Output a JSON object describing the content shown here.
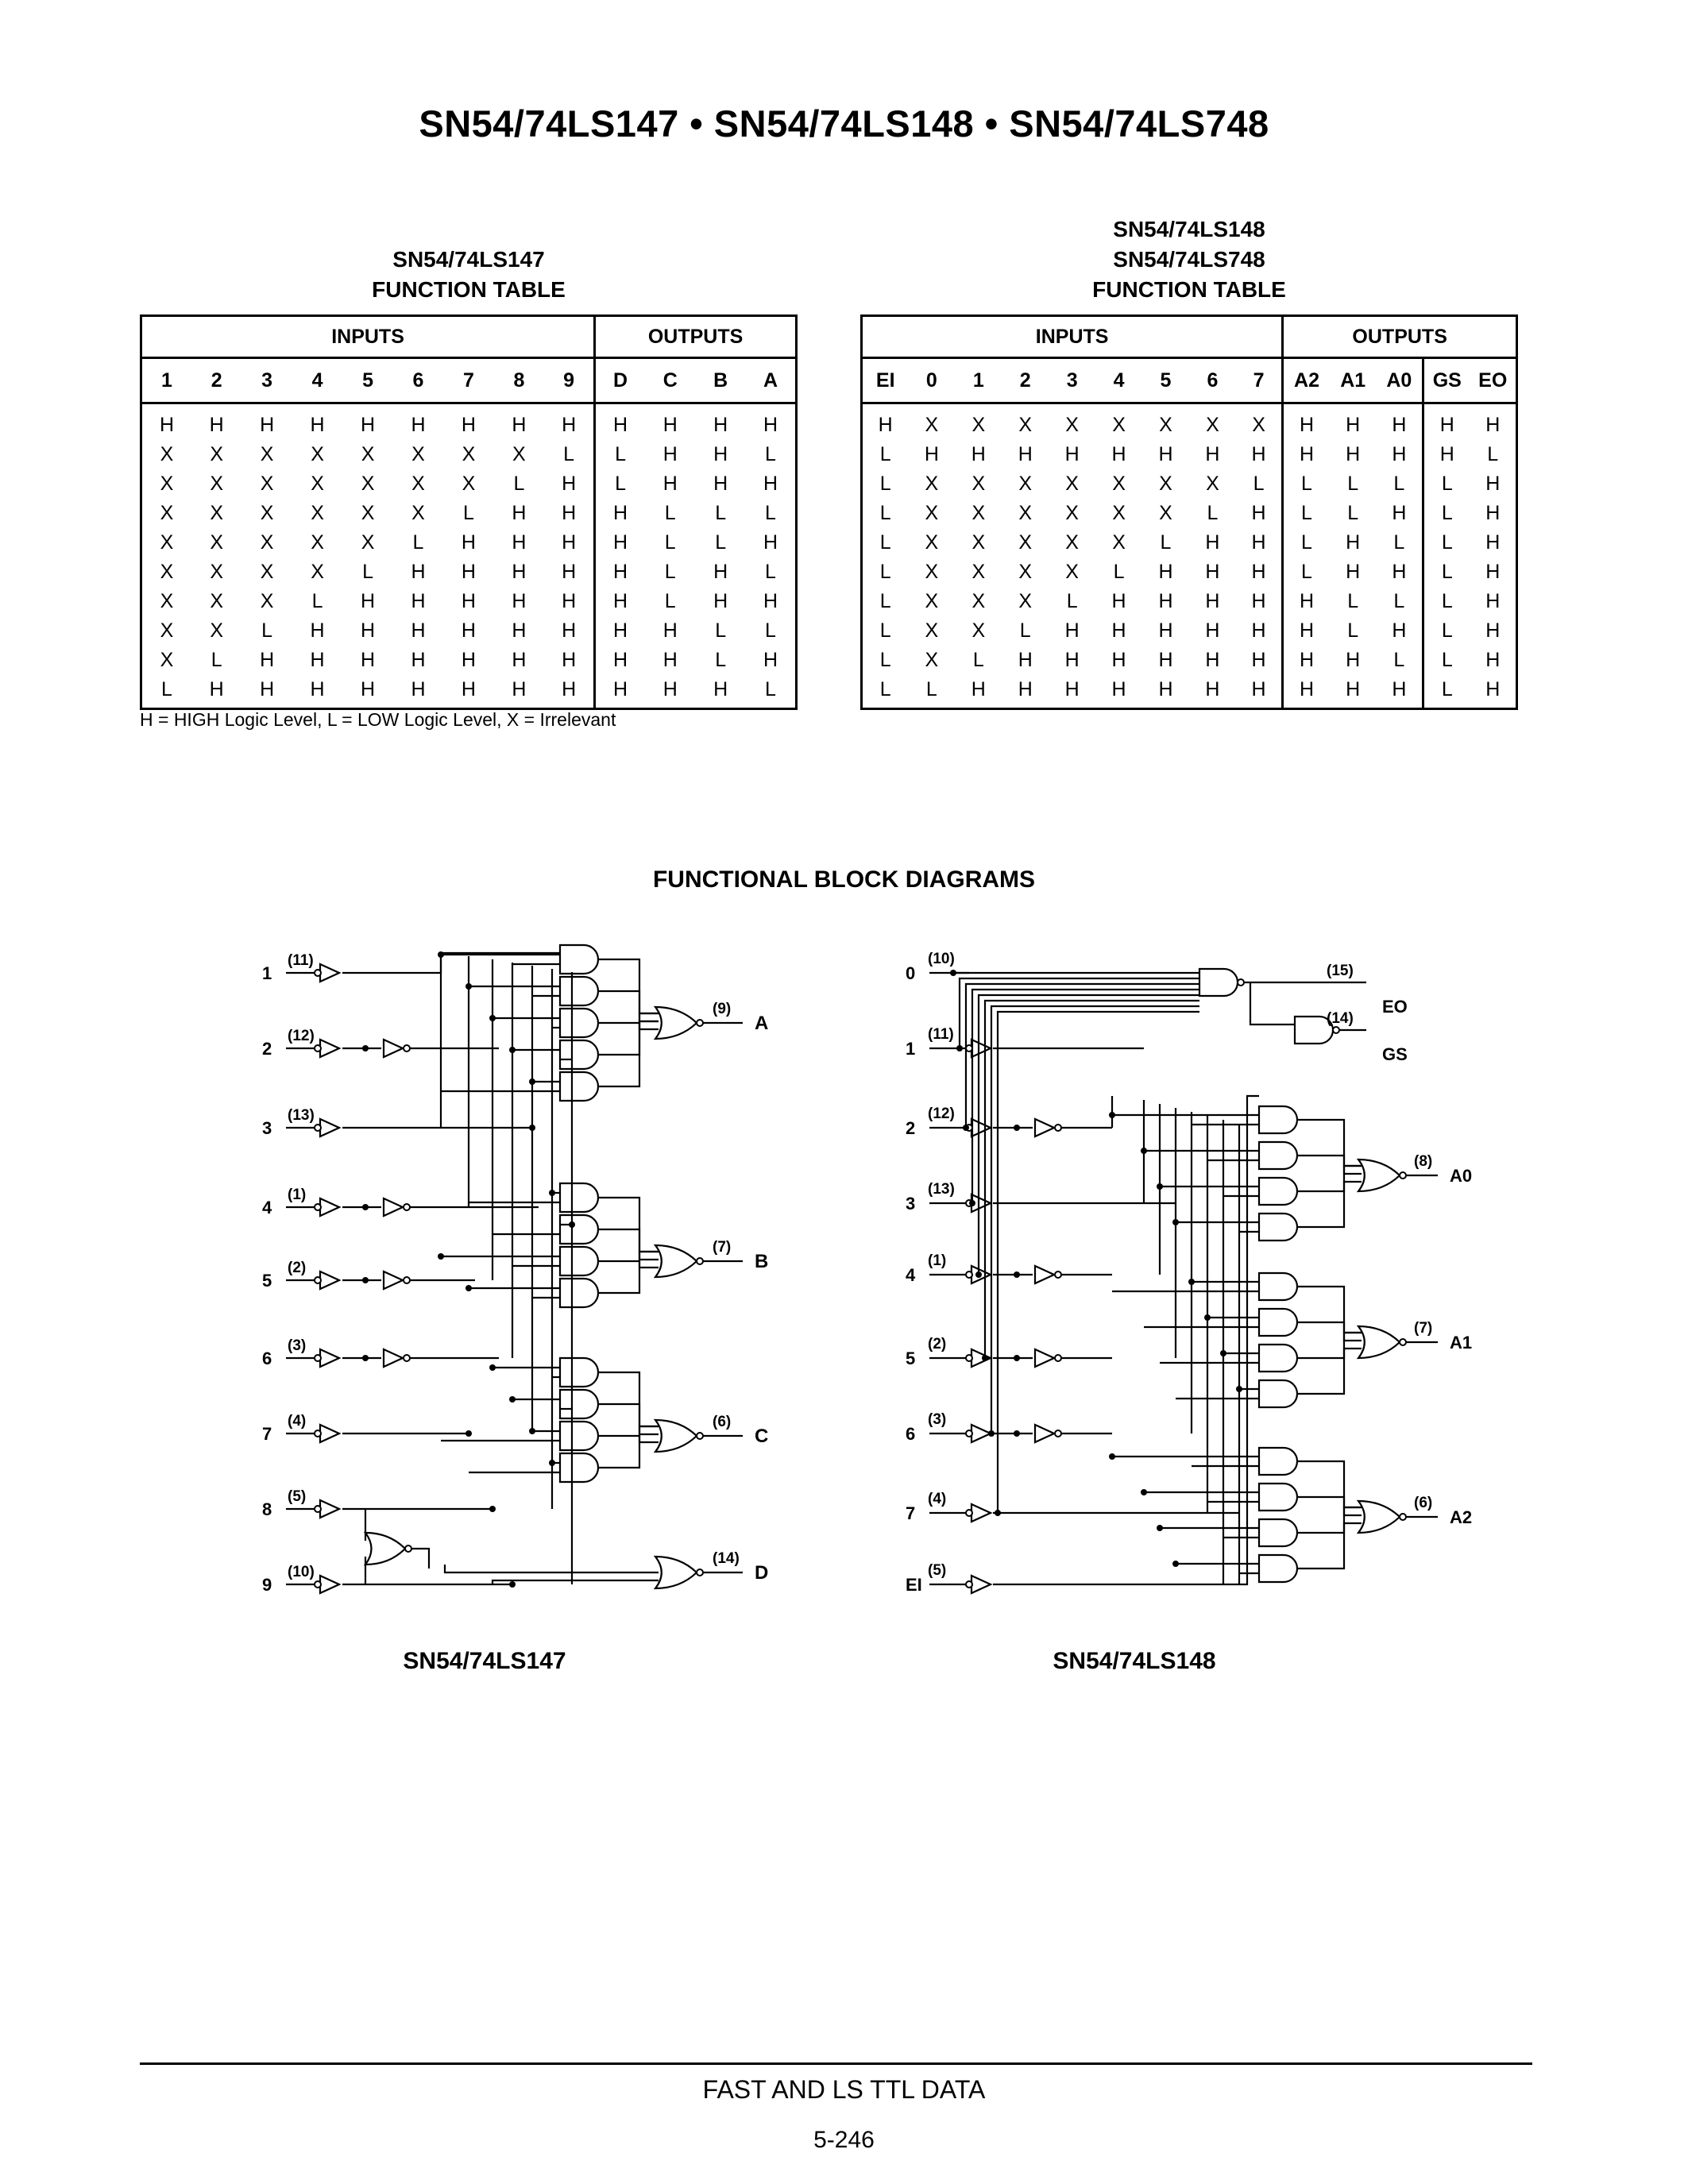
{
  "page": {
    "title": "SN54/74LS147 • SN54/74LS148 • SN54/74LS748",
    "legend": "H = HIGH Logic Level, L = LOW Logic Level, X = Irrelevant",
    "block_diagrams_heading": "FUNCTIONAL BLOCK DIAGRAMS",
    "footer_line1": "FAST AND LS TTL DATA",
    "footer_page": "5-246"
  },
  "table147": {
    "caption": [
      "SN54/74LS147",
      "FUNCTION TABLE"
    ],
    "inputs_label": "INPUTS",
    "outputs_label": "OUTPUTS",
    "input_cols": [
      "1",
      "2",
      "3",
      "4",
      "5",
      "6",
      "7",
      "8",
      "9"
    ],
    "output_cols": [
      "D",
      "C",
      "B",
      "A"
    ],
    "rows": [
      [
        "H",
        "H",
        "H",
        "H",
        "H",
        "H",
        "H",
        "H",
        "H",
        "H",
        "H",
        "H",
        "H"
      ],
      [
        "X",
        "X",
        "X",
        "X",
        "X",
        "X",
        "X",
        "X",
        "L",
        "L",
        "H",
        "H",
        "L"
      ],
      [
        "X",
        "X",
        "X",
        "X",
        "X",
        "X",
        "X",
        "L",
        "H",
        "L",
        "H",
        "H",
        "H"
      ],
      [
        "X",
        "X",
        "X",
        "X",
        "X",
        "X",
        "L",
        "H",
        "H",
        "H",
        "L",
        "L",
        "L"
      ],
      [
        "X",
        "X",
        "X",
        "X",
        "X",
        "L",
        "H",
        "H",
        "H",
        "H",
        "L",
        "L",
        "H"
      ],
      [
        "X",
        "X",
        "X",
        "X",
        "L",
        "H",
        "H",
        "H",
        "H",
        "H",
        "L",
        "H",
        "L"
      ],
      [
        "X",
        "X",
        "X",
        "L",
        "H",
        "H",
        "H",
        "H",
        "H",
        "H",
        "L",
        "H",
        "H"
      ],
      [
        "X",
        "X",
        "L",
        "H",
        "H",
        "H",
        "H",
        "H",
        "H",
        "H",
        "H",
        "L",
        "L"
      ],
      [
        "X",
        "L",
        "H",
        "H",
        "H",
        "H",
        "H",
        "H",
        "H",
        "H",
        "H",
        "L",
        "H"
      ],
      [
        "L",
        "H",
        "H",
        "H",
        "H",
        "H",
        "H",
        "H",
        "H",
        "H",
        "H",
        "H",
        "L"
      ]
    ]
  },
  "table148": {
    "caption": [
      "SN54/74LS148",
      "SN54/74LS748",
      "FUNCTION TABLE"
    ],
    "inputs_label": "INPUTS",
    "outputs_label": "OUTPUTS",
    "input_cols": [
      "EI",
      "0",
      "1",
      "2",
      "3",
      "4",
      "5",
      "6",
      "7"
    ],
    "output_cols": [
      "A2",
      "A1",
      "A0",
      "GS",
      "EO"
    ],
    "rows": [
      [
        "H",
        "X",
        "X",
        "X",
        "X",
        "X",
        "X",
        "X",
        "X",
        "H",
        "H",
        "H",
        "H",
        "H"
      ],
      [
        "L",
        "H",
        "H",
        "H",
        "H",
        "H",
        "H",
        "H",
        "H",
        "H",
        "H",
        "H",
        "H",
        "L"
      ],
      [
        "L",
        "X",
        "X",
        "X",
        "X",
        "X",
        "X",
        "X",
        "L",
        "L",
        "L",
        "L",
        "L",
        "H"
      ],
      [
        "L",
        "X",
        "X",
        "X",
        "X",
        "X",
        "X",
        "L",
        "H",
        "L",
        "L",
        "H",
        "L",
        "H"
      ],
      [
        "L",
        "X",
        "X",
        "X",
        "X",
        "X",
        "L",
        "H",
        "H",
        "L",
        "H",
        "L",
        "L",
        "H"
      ],
      [
        "L",
        "X",
        "X",
        "X",
        "X",
        "L",
        "H",
        "H",
        "H",
        "L",
        "H",
        "H",
        "L",
        "H"
      ],
      [
        "L",
        "X",
        "X",
        "X",
        "L",
        "H",
        "H",
        "H",
        "H",
        "H",
        "L",
        "L",
        "L",
        "H"
      ],
      [
        "L",
        "X",
        "X",
        "L",
        "H",
        "H",
        "H",
        "H",
        "H",
        "H",
        "L",
        "H",
        "L",
        "H"
      ],
      [
        "L",
        "X",
        "L",
        "H",
        "H",
        "H",
        "H",
        "H",
        "H",
        "H",
        "H",
        "L",
        "L",
        "H"
      ],
      [
        "L",
        "L",
        "H",
        "H",
        "H",
        "H",
        "H",
        "H",
        "H",
        "H",
        "H",
        "H",
        "L",
        "H"
      ]
    ]
  },
  "diagram147": {
    "caption": "SN54/74LS147",
    "inputs": [
      {
        "name": "1",
        "pin": "(11)"
      },
      {
        "name": "2",
        "pin": "(12)"
      },
      {
        "name": "3",
        "pin": "(13)"
      },
      {
        "name": "4",
        "pin": "(1)"
      },
      {
        "name": "5",
        "pin": "(2)"
      },
      {
        "name": "6",
        "pin": "(3)"
      },
      {
        "name": "7",
        "pin": "(4)"
      },
      {
        "name": "8",
        "pin": "(5)"
      },
      {
        "name": "9",
        "pin": "(10)"
      }
    ],
    "outputs": [
      {
        "name": "A",
        "pin": "(9)"
      },
      {
        "name": "B",
        "pin": "(7)"
      },
      {
        "name": "C",
        "pin": "(6)"
      },
      {
        "name": "D",
        "pin": "(14)"
      }
    ]
  },
  "diagram148": {
    "caption": "SN54/74LS148",
    "inputs": [
      {
        "name": "0",
        "pin": "(10)"
      },
      {
        "name": "1",
        "pin": "(11)"
      },
      {
        "name": "2",
        "pin": "(12)"
      },
      {
        "name": "3",
        "pin": "(13)"
      },
      {
        "name": "4",
        "pin": "(1)"
      },
      {
        "name": "5",
        "pin": "(2)"
      },
      {
        "name": "6",
        "pin": "(3)"
      },
      {
        "name": "7",
        "pin": "(4)"
      },
      {
        "name": "EI",
        "pin": "(5)"
      }
    ],
    "outputs": [
      {
        "name": "EO",
        "pin": "(15)"
      },
      {
        "name": "GS",
        "pin": "(14)"
      },
      {
        "name": "A0",
        "pin": "(8)"
      },
      {
        "name": "A1",
        "pin": "(7)"
      },
      {
        "name": "A2",
        "pin": "(6)"
      }
    ]
  }
}
